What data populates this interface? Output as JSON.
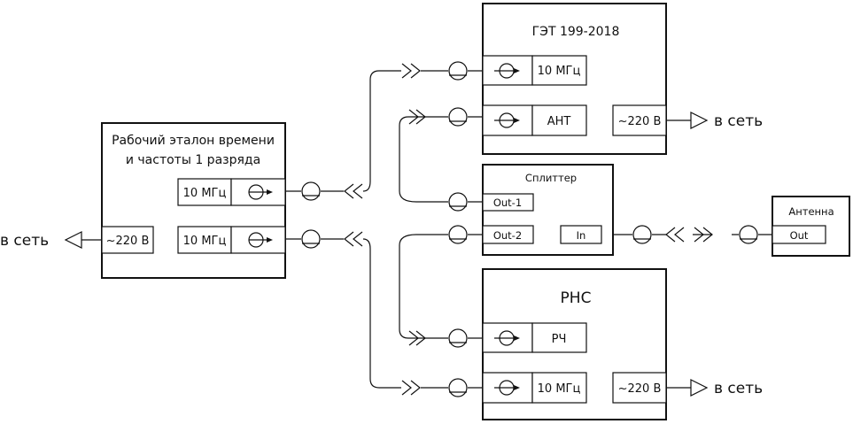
{
  "working_standard": {
    "title_line1": "Рабочий эталон времени",
    "title_line2": "и частоты 1 разряда",
    "port_out1": "10 МГц",
    "port_out2": "10 МГц",
    "power": "~220 В"
  },
  "get": {
    "title": "ГЭТ 199-2018",
    "port_10mhz": "10 МГц",
    "port_ant": "АНТ",
    "power": "~220 В"
  },
  "splitter": {
    "title": "Сплиттер",
    "out1": "Out-1",
    "out2": "Out-2",
    "in": "In"
  },
  "antenna": {
    "title": "Антенна",
    "out": "Out"
  },
  "rns": {
    "title": "РНС",
    "port_rf": "РЧ",
    "port_10mhz": "10 МГц",
    "power": "~220 В"
  },
  "mains": {
    "left": "в сеть",
    "get": "в сеть",
    "rns": "в сеть"
  }
}
